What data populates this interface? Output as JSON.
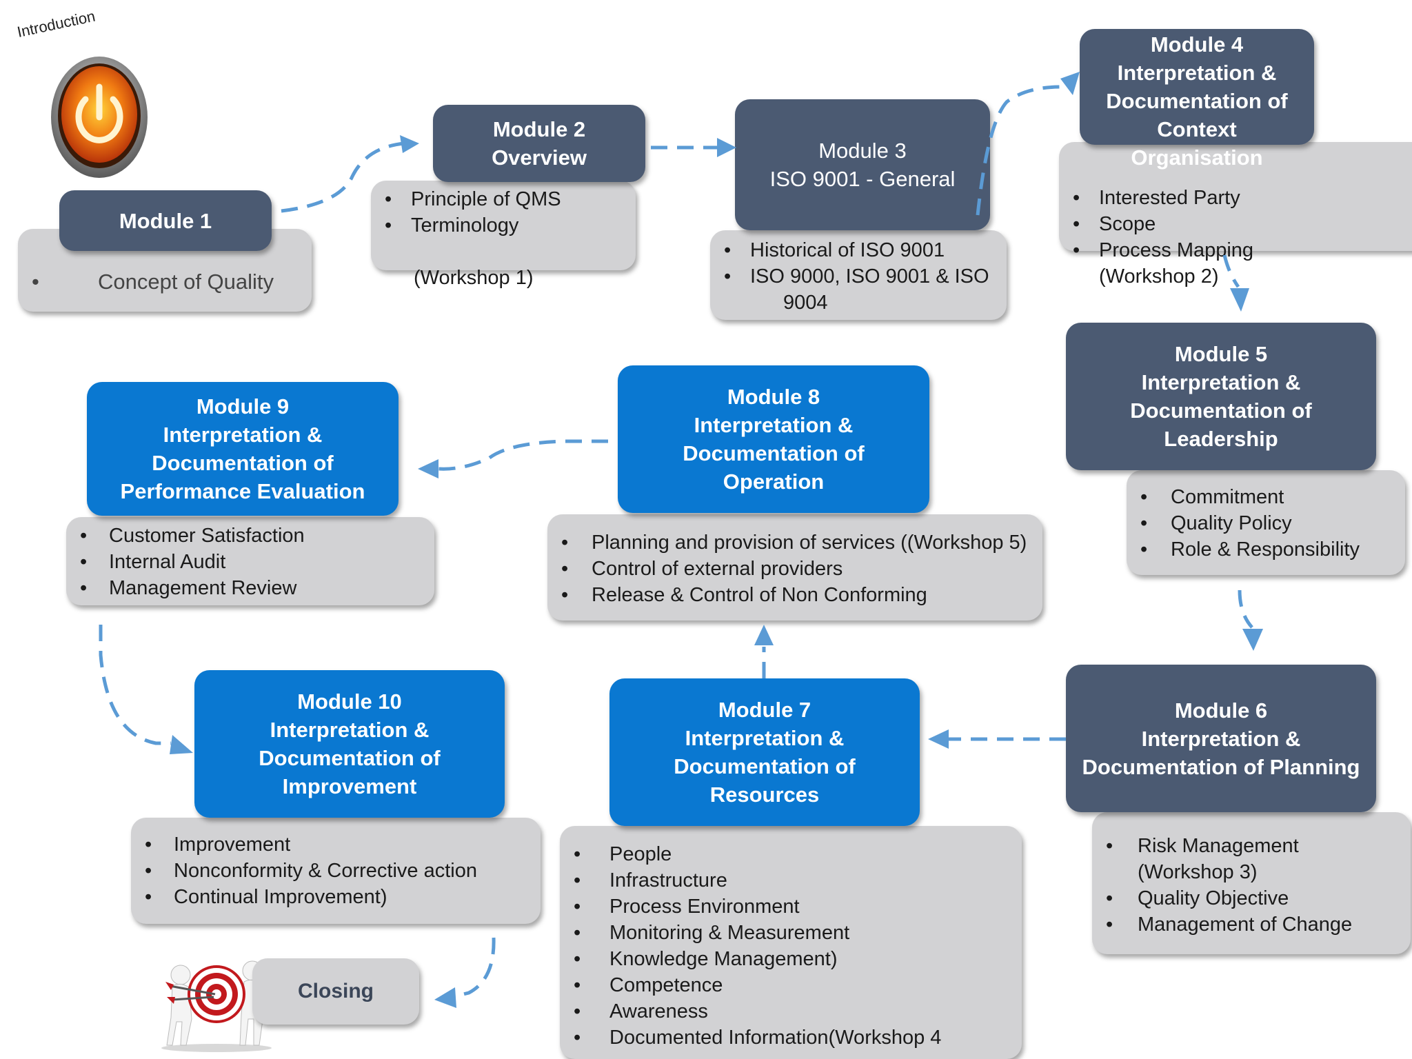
{
  "intro": {
    "label": "Introduction",
    "icon": "power-icon"
  },
  "closing": {
    "label": "Closing",
    "icon": "people-target-icon"
  },
  "colors": {
    "slate": "#4b5a72",
    "blue": "#0a78d1",
    "box": "#d2d2d4",
    "arrow": "#5b9bd5"
  },
  "modules": {
    "m1": {
      "title": [
        "Module 1"
      ],
      "items": [
        "Concept of Quality"
      ]
    },
    "m2": {
      "title": [
        "Module 2",
        "Overview"
      ],
      "items": [
        "Principle of QMS",
        "Terminology"
      ],
      "note": "(Workshop 1)"
    },
    "m3": {
      "title": [
        "Module 3",
        "ISO 9001 - General"
      ],
      "items": [
        "Historical of ISO 9001",
        "ISO 9000, ISO 9001 & ISO"
      ],
      "cont": "9004"
    },
    "m4": {
      "title": [
        "Module 4",
        "Interpretation &",
        "Documentation of",
        "Context",
        "Organisation"
      ],
      "items": [
        "Interested Party",
        "Scope",
        "Process Mapping"
      ],
      "cont": "(Workshop 2)"
    },
    "m5": {
      "title": [
        "Module 5",
        "Interpretation &",
        "Documentation of",
        "Leadership"
      ],
      "items": [
        "Commitment",
        "Quality Policy",
        "Role & Responsibility"
      ]
    },
    "m6": {
      "title": [
        "Module 6",
        "Interpretation &",
        "Documentation of Planning"
      ],
      "items": [
        "Risk Management",
        "Quality Objective",
        "Management of Change"
      ],
      "cont": "(Workshop 3)"
    },
    "m7": {
      "title": [
        "Module 7",
        "Interpretation &",
        "Documentation of",
        "Resources"
      ],
      "items": [
        "People",
        "Infrastructure",
        "Process Environment",
        "Monitoring & Measurement",
        "Knowledge Management)",
        "Competence",
        "Awareness",
        "Documented Information(Workshop 4"
      ]
    },
    "m8": {
      "title": [
        "Module 8",
        "Interpretation &",
        "Documentation of",
        "Operation"
      ],
      "items": [
        "Planning and provision of services ((Workshop 5)",
        "Control of external providers",
        "Release & Control of Non Conforming"
      ]
    },
    "m9": {
      "title": [
        "Module 9",
        "Interpretation &",
        "Documentation of",
        "Performance Evaluation"
      ],
      "items": [
        "Customer Satisfaction",
        "Internal Audit",
        "Management Review"
      ]
    },
    "m10": {
      "title": [
        "Module 10",
        "Interpretation &",
        "Documentation of",
        "Improvement"
      ],
      "items": [
        "Improvement",
        "Nonconformity & Corrective action",
        "Continual Improvement)"
      ]
    }
  }
}
